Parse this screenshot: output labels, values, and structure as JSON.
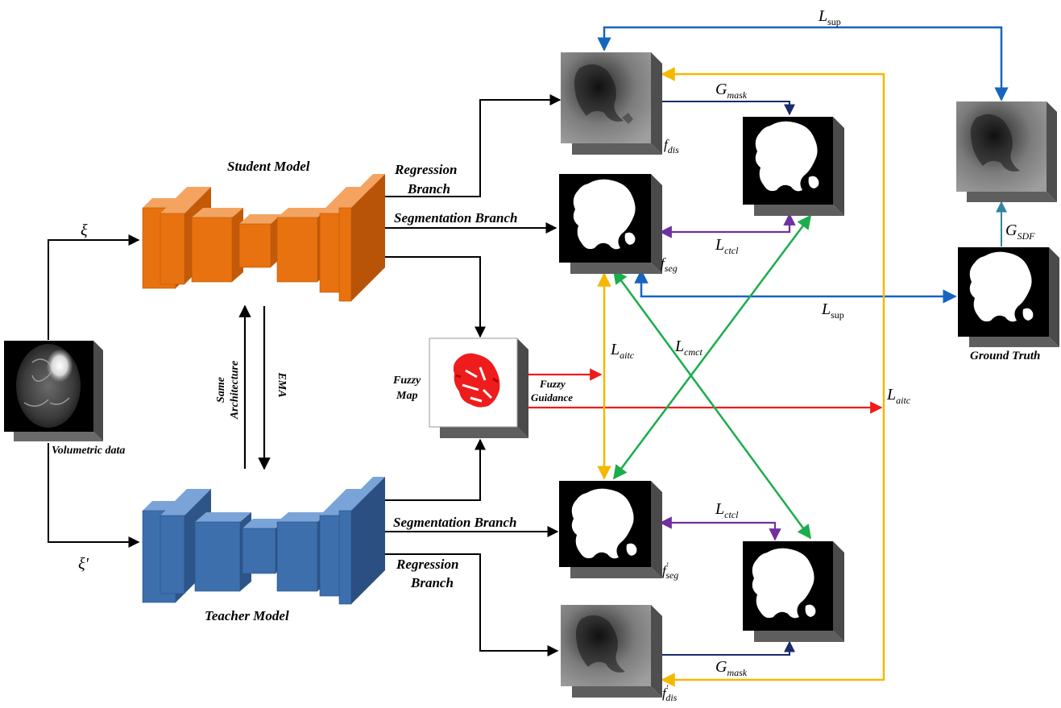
{
  "labels": {
    "volumetric_data": "Volumetric data",
    "xi": "ξ",
    "xi_prime": "ξ'",
    "same_architecture_line1": "Same",
    "same_architecture_line2": "Architecture",
    "ema": "EMA",
    "student_model": "Student Model",
    "teacher_model": "Teacher Model",
    "regression_branch_line1": "Regression",
    "regression_branch_line2": "Branch",
    "segmentation_branch": "Segmentation Branch",
    "fuzzy_map_line1": "Fuzzy",
    "fuzzy_map_line2": "Map",
    "fuzzy_guidance_line1": "Fuzzy",
    "fuzzy_guidance_line2": "Guidance",
    "ground_truth": "Ground Truth"
  },
  "math": {
    "L": "L",
    "sup": "sup",
    "aitc": "aitc",
    "cmct": "cmct",
    "ctcl": "ctcl",
    "G": "G",
    "mask": "mask",
    "SDF": "SDF",
    "f": "f",
    "dis": "dis",
    "seg": "seg",
    "prime": "'"
  },
  "colors": {
    "student_orange": "#e8720f",
    "teacher_blue": "#3d6fad",
    "sup_blue": "#1565c0",
    "aitc_yellow": "#f5b800",
    "cmct_green": "#1aad4b",
    "ctcl_purple": "#7030a0",
    "mask_navy": "#1a2a6c",
    "fuzzy_red": "#ee1c1c",
    "sdf_teal": "#31859c"
  }
}
